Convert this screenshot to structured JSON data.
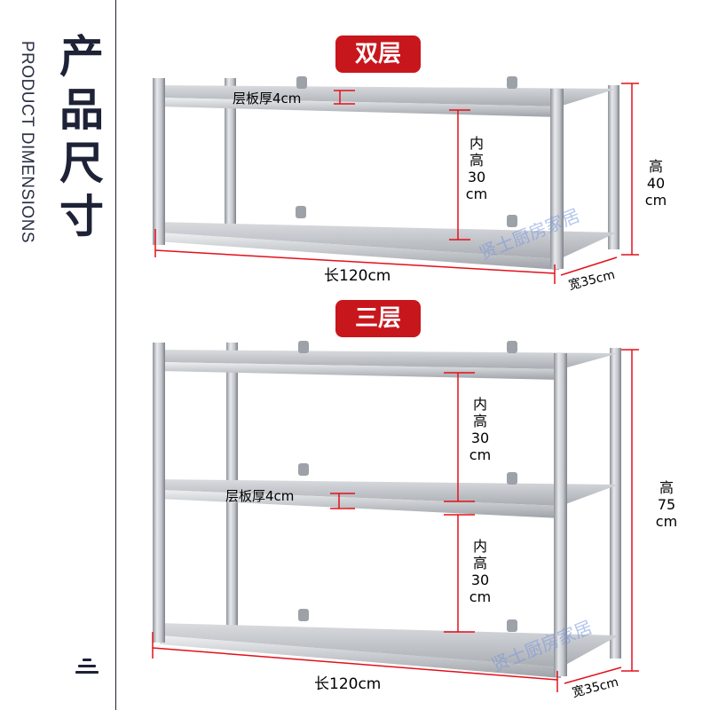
{
  "sidebar": {
    "title_en": "PRODUCT DIMENSIONS",
    "title_zh_chars": [
      "产",
      "品",
      "尺",
      "寸"
    ],
    "menu_icon": "hamburger-icon"
  },
  "rack_two_tier": {
    "badge": "双层",
    "thickness_label": "层板厚4cm",
    "inner_height_chars": [
      "内",
      "高",
      "30",
      "cm"
    ],
    "height_chars": [
      "高",
      "40",
      "cm"
    ],
    "length_label": "长120cm",
    "width_label": "宽35cm",
    "watermark": "贤士厨房家居"
  },
  "rack_three_tier": {
    "badge": "三层",
    "thickness_label": "层板厚4cm",
    "inner_height_upper_chars": [
      "内",
      "高",
      "30",
      "cm"
    ],
    "inner_height_lower_chars": [
      "内",
      "高",
      "30",
      "cm"
    ],
    "height_chars": [
      "高",
      "75",
      "cm"
    ],
    "length_label": "长120cm",
    "width_label": "宽35cm",
    "watermark": "贤士厨房家居"
  },
  "colors": {
    "accent_red": "#c8161d",
    "dimension_line": "#e3101b",
    "navy": "#1e2236",
    "steel": "#b9bcc2"
  }
}
